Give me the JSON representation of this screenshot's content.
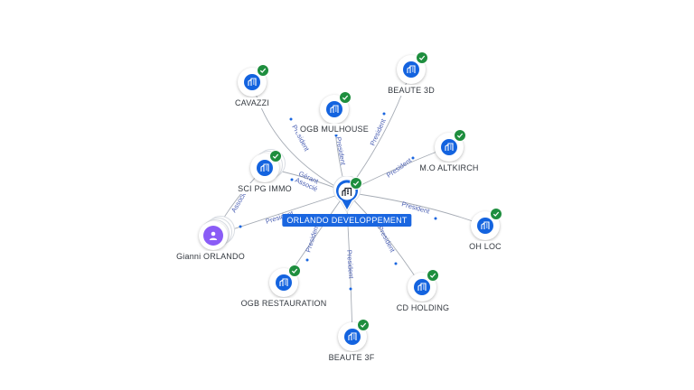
{
  "graph": {
    "center": {
      "name": "ORLANDO DEVELOPPEMENT",
      "icon": "building-icon",
      "status_icon": "check-icon"
    },
    "companies": [
      {
        "name": "CAVAZZI",
        "relation": "President"
      },
      {
        "name": "OGB MULHOUSE",
        "relation": "President"
      },
      {
        "name": "BEAUTE 3D",
        "relation": "President"
      },
      {
        "name": "M.O ALTKIRCH",
        "relation": "President"
      },
      {
        "name": "SCI PG IMMO",
        "relation": "Gérant",
        "relation2": "Associé"
      },
      {
        "name": "OH LOC",
        "relation": "President"
      },
      {
        "name": "CD HOLDING",
        "relation": "President"
      },
      {
        "name": "BEAUTE 3F",
        "relation": "President"
      },
      {
        "name": "OGB RESTAURATION",
        "relation": "President"
      }
    ],
    "person": {
      "name": "Gianni ORLANDO",
      "relation": "President",
      "relation2": "Associé",
      "icon": "person-icon"
    }
  },
  "colors": {
    "company_icon": "#1363df",
    "verified_badge": "#1e8e3e",
    "person_icon": "#8a5cf6",
    "center_label_bg": "#1a66e0",
    "edge": "#a6acb5",
    "edge_label": "#4a5fb3"
  }
}
